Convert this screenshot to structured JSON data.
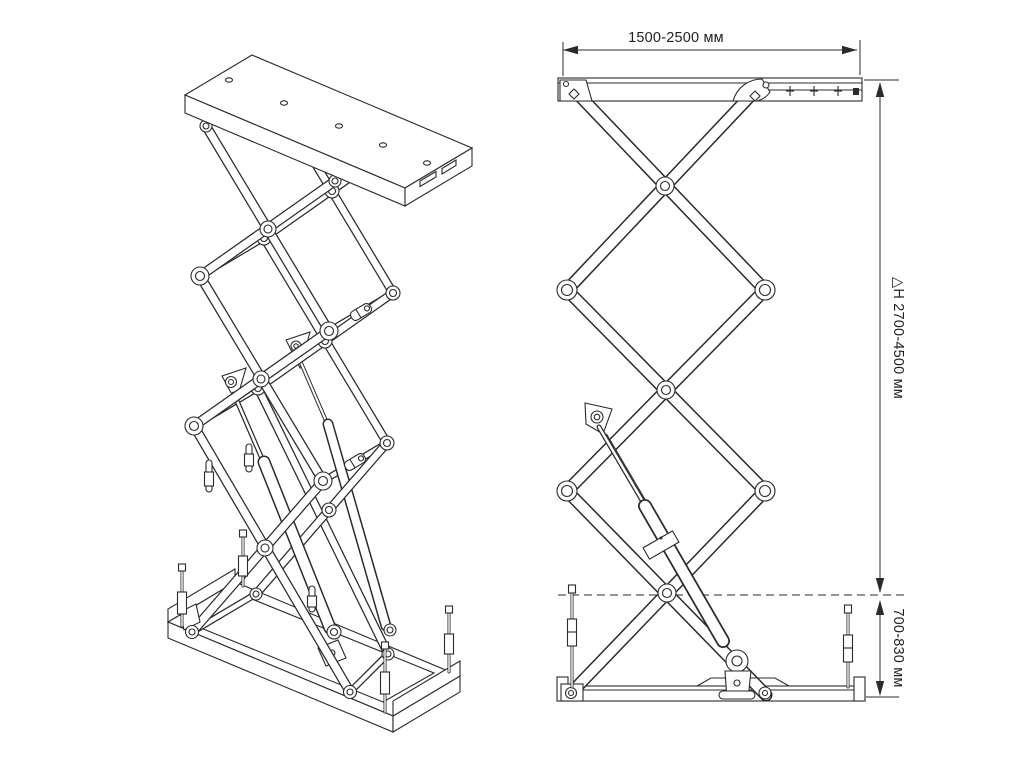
{
  "colors": {
    "background": "#ffffff",
    "line": "#2b2b2b",
    "text": "#1f1f1f"
  },
  "dimensions": {
    "platform_length": "1500-2500 мм",
    "lift_height": "△H 2700-4500 мм",
    "closed_height": "700-830 мм"
  }
}
